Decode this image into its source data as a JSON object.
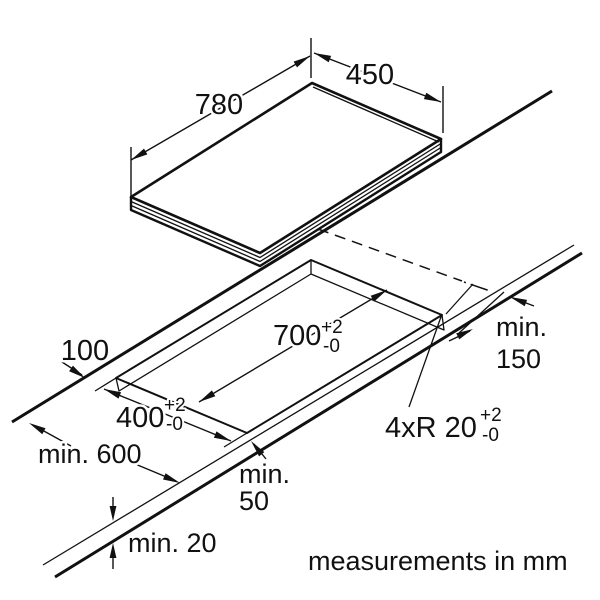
{
  "diagram": {
    "note": "measurements in mm",
    "hob": {
      "width": "780",
      "depth": "450"
    },
    "cutout": {
      "rear_clearance": "100",
      "length": {
        "value": "700",
        "tol_plus": "+2",
        "tol_minus": "-0"
      },
      "width": {
        "value": "400",
        "tol_plus": "+2",
        "tol_minus": "-0"
      },
      "corner_radius": {
        "value": "4xR 20",
        "tol_plus": "+2",
        "tol_minus": "-0"
      }
    },
    "clearances": {
      "worktop_depth_min": "min. 600",
      "worktop_thickness_min": "min. 20",
      "front_min_line1": "min.",
      "front_min_line2": "50",
      "side_min_line1": "min.",
      "side_min_line2": "150"
    }
  }
}
